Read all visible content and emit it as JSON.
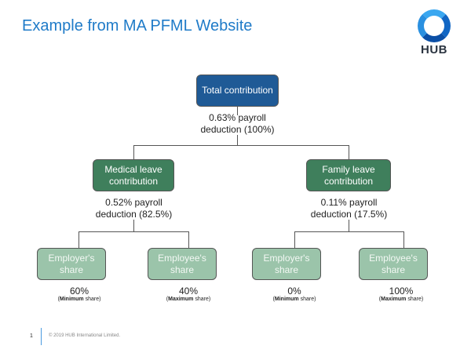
{
  "title": "Example from MA PFML Website",
  "logo": {
    "text": "HUB"
  },
  "root": {
    "label": "Total contribution",
    "detail_line1": "0.63% payroll",
    "detail_line2": "deduction (100%)"
  },
  "branches": [
    {
      "label_line1": "Medical leave",
      "label_line2": "contribution",
      "detail_line1": "0.52% payroll",
      "detail_line2": "deduction (82.5%)",
      "shares": [
        {
          "label": "Employer's share",
          "value": "60%",
          "qual": "Minimum",
          "suffix": " share)"
        },
        {
          "label": "Employee's share",
          "value": "40%",
          "qual": "Maximum",
          "suffix": " share)"
        }
      ]
    },
    {
      "label_line1": "Family leave",
      "label_line2": "contribution",
      "detail_line1": "0.11% payroll",
      "detail_line2": "deduction (17.5%)",
      "shares": [
        {
          "label": "Employer's share",
          "value": "0%",
          "qual": "Minimum",
          "suffix": " share)"
        },
        {
          "label": "Employee's share",
          "value": "100%",
          "qual": "Maximum",
          "suffix": " share)"
        }
      ]
    }
  ],
  "footer": {
    "page": "1",
    "copyright": "© 2019 HUB International Limited."
  },
  "colors": {
    "root": "#1f5a96",
    "branch": "#3f7f5c",
    "leaf": "#9bc4aa",
    "title": "#1f7bc8"
  }
}
